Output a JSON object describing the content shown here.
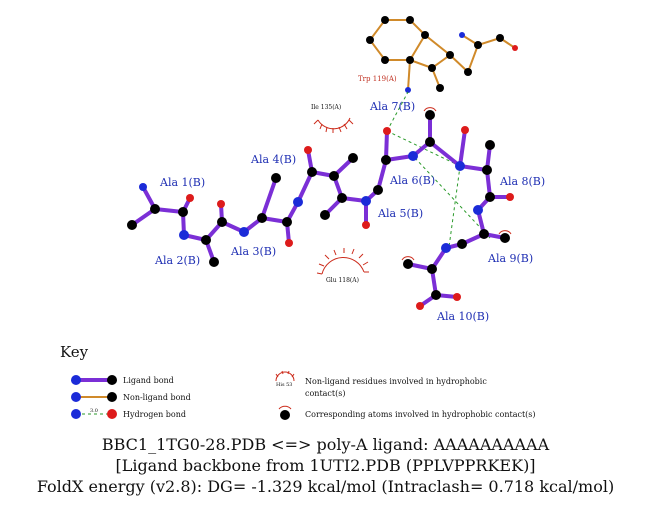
{
  "residue_labels": {
    "ala1": "Ala 1(B)",
    "ala2": "Ala 2(B)",
    "ala3": "Ala 3(B)",
    "ala4": "Ala 4(B)",
    "ala5": "Ala 5(B)",
    "ala6": "Ala 6(B)",
    "ala7": "Ala 7(B)",
    "ala8": "Ala 8(B)",
    "ala9": "Ala 9(B)",
    "ala10": "Ala 10(B)"
  },
  "nonligand_labels": {
    "trp119": "Trp 119(A)",
    "ile135": "Ile 135(A)",
    "glu118": "Glu 118(A)"
  },
  "colors": {
    "ligand_bond": "#7b2fd6",
    "nonligand_bond": "#d08a2a",
    "hbond": "#2a9a2a",
    "carbon": "#000000",
    "nitrogen": "#1b2bd8",
    "oxygen": "#dd1b1b",
    "hydrophobic": "#cc2b1b",
    "label": "#1f2fb3"
  },
  "key": {
    "title": "Key",
    "ligand_bond": "Ligand bond",
    "nonligand_bond": "Non-ligand bond",
    "hydrogen_bond": "Hydrogen bond",
    "hbond_distance": "3.0",
    "hydrophobic_residues": "Non-ligand residues involved in hydrophobic",
    "hydrophobic_residues_2": "contact(s)",
    "hydrophobic_sample": "His 53",
    "corresponding_atoms": "Corresponding atoms involved in hydrophobic contact(s)"
  },
  "caption": {
    "line1": "BBC1_1TG0-28.PDB <=> poly-A ligand: AAAAAAAAAA",
    "line2": "[Ligand backbone from 1UTI2.PDB (PPLVPPRKEK)]",
    "line3": "FoldX energy (v2.8): DG= -1.329 kcal/mol (Intraclash= 0.718 kcal/mol)"
  }
}
